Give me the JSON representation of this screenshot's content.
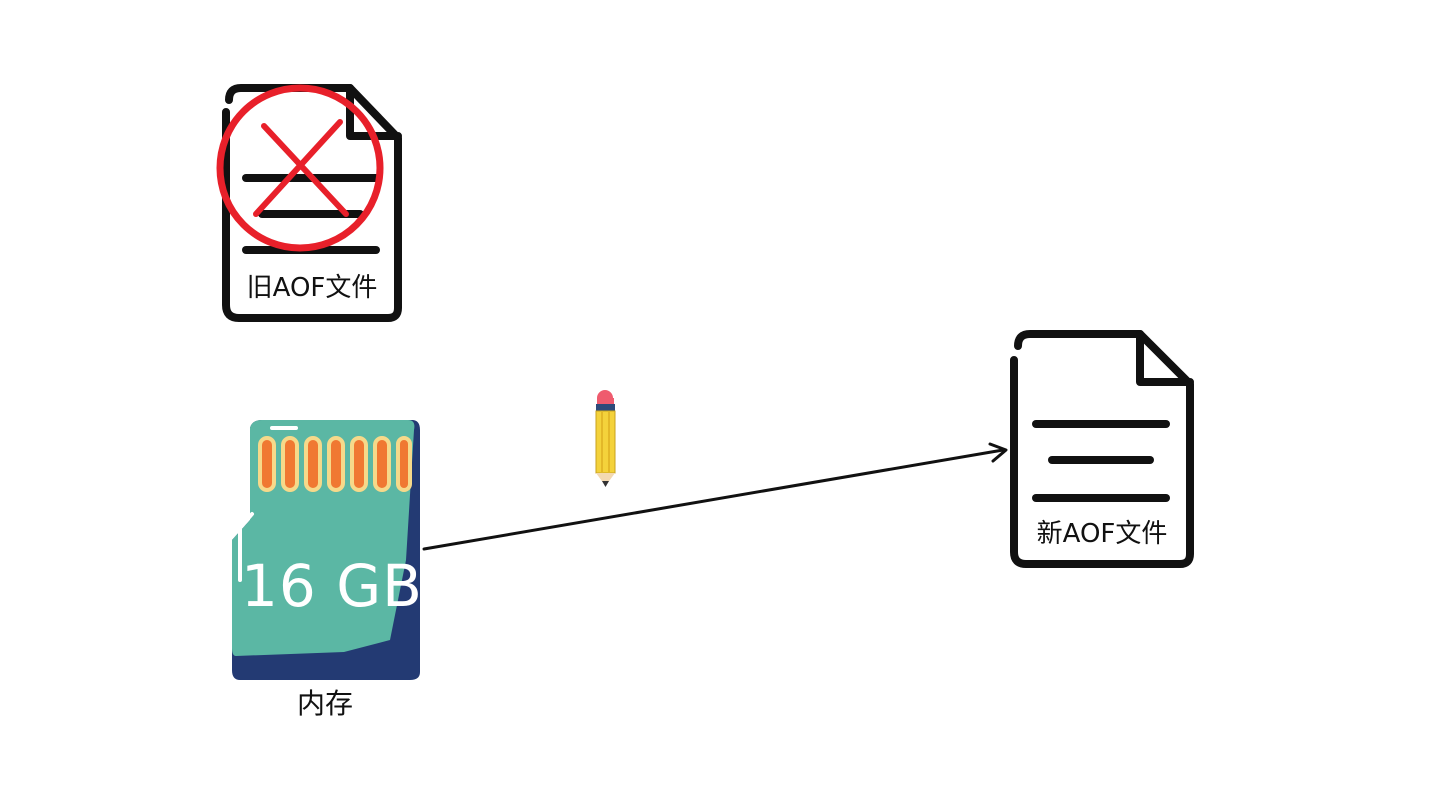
{
  "old_file": {
    "label": "旧AOF文件",
    "status": "deleted"
  },
  "new_file": {
    "label": "新AOF文件"
  },
  "memory": {
    "label": "内存",
    "card_text": "16 GB"
  },
  "colors": {
    "outline": "#111111",
    "strike": "#e8202a",
    "card_teal": "#5bb7a4",
    "card_navy": "#233a73",
    "contacts_orange": "#f07832",
    "contacts_border": "#f6d98a",
    "pencil_yellow": "#f4d23b",
    "eraser_pink": "#ef5b6e"
  }
}
